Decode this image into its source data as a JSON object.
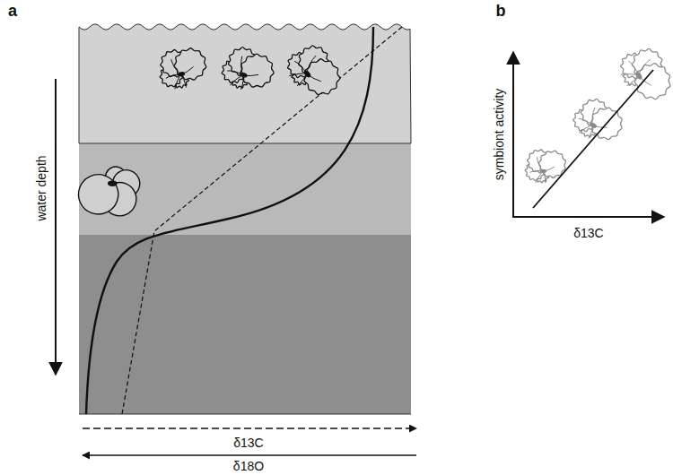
{
  "diagram": {
    "labels": [
      "a",
      "b",
      "water depth",
      "δ13C",
      "δ18O",
      "symbiont activity",
      "δ13C"
    ]
  }
}
